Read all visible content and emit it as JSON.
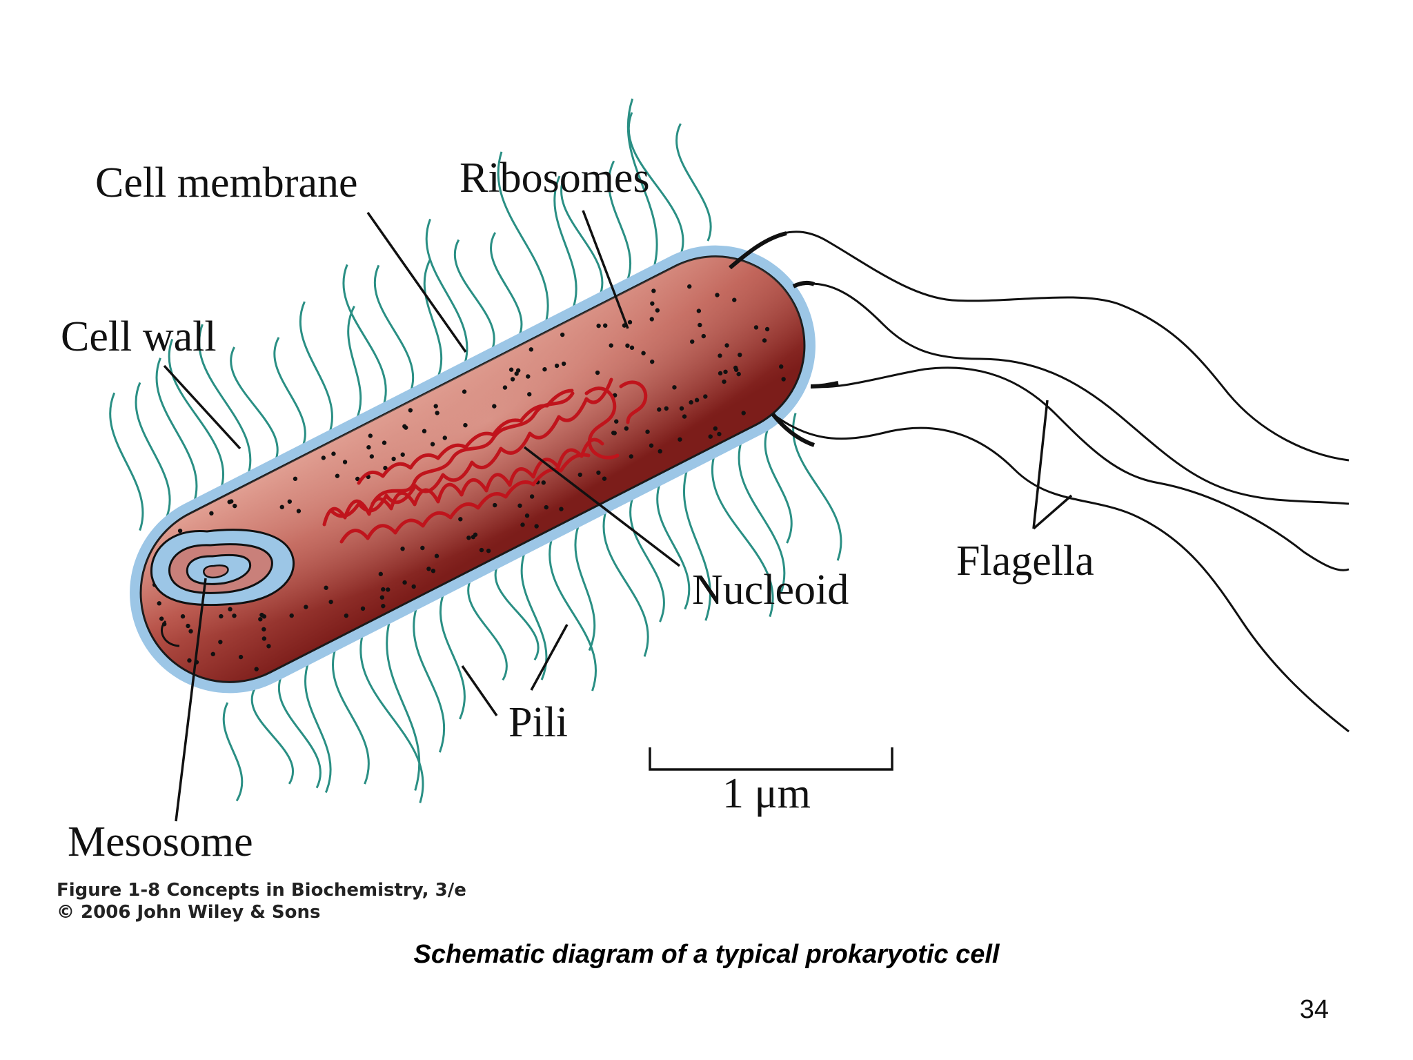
{
  "labels": {
    "cell_membrane": "Cell membrane",
    "ribosomes": "Ribosomes",
    "cell_wall": "Cell wall",
    "nucleoid": "Nucleoid",
    "flagella": "Flagella",
    "pili": "Pili",
    "mesosome": "Mesosome",
    "scale": "1 μm"
  },
  "figure_credit": {
    "line1": "Figure 1-8  Concepts in Biochemistry, 3/e",
    "line2": "© 2006 John Wiley & Sons"
  },
  "caption": "Schematic diagram of a typical prokaryotic cell",
  "page_number": "34",
  "colors": {
    "cytoplasm": "#a8433c",
    "cytoplasm_highlight": "#d88a7e",
    "cell_wall": "#9cc6e6",
    "nucleoid": "#c0141c",
    "pili": "#2a8f84",
    "outline": "#111111"
  }
}
